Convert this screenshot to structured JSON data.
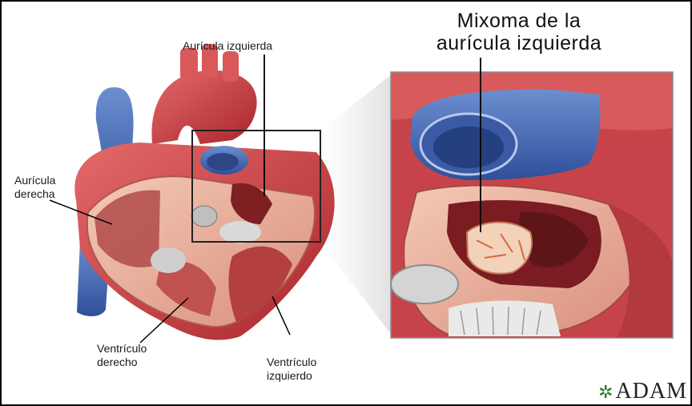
{
  "title": {
    "line1": "Mixoma de la",
    "line2": "aurícula izquierda"
  },
  "labels": {
    "auricula_izquierda": "Aurícula izquierda",
    "auricula_derecha_1": "Aurícula",
    "auricula_derecha_2": "derecha",
    "ventriculo_derecho_1": "Ventrículo",
    "ventriculo_derecho_2": "derecho",
    "ventriculo_izquierdo_1": "Ventrículo",
    "ventriculo_izquierdo_2": "izquierdo"
  },
  "logo": {
    "text": "ADAM",
    "icon": "leaf-icon"
  },
  "colors": {
    "muscle": "#c8474a",
    "vessel_blue": "#4a6fb8",
    "inner_wall": "#e8b4a0",
    "valve": "#cfcfcf"
  }
}
